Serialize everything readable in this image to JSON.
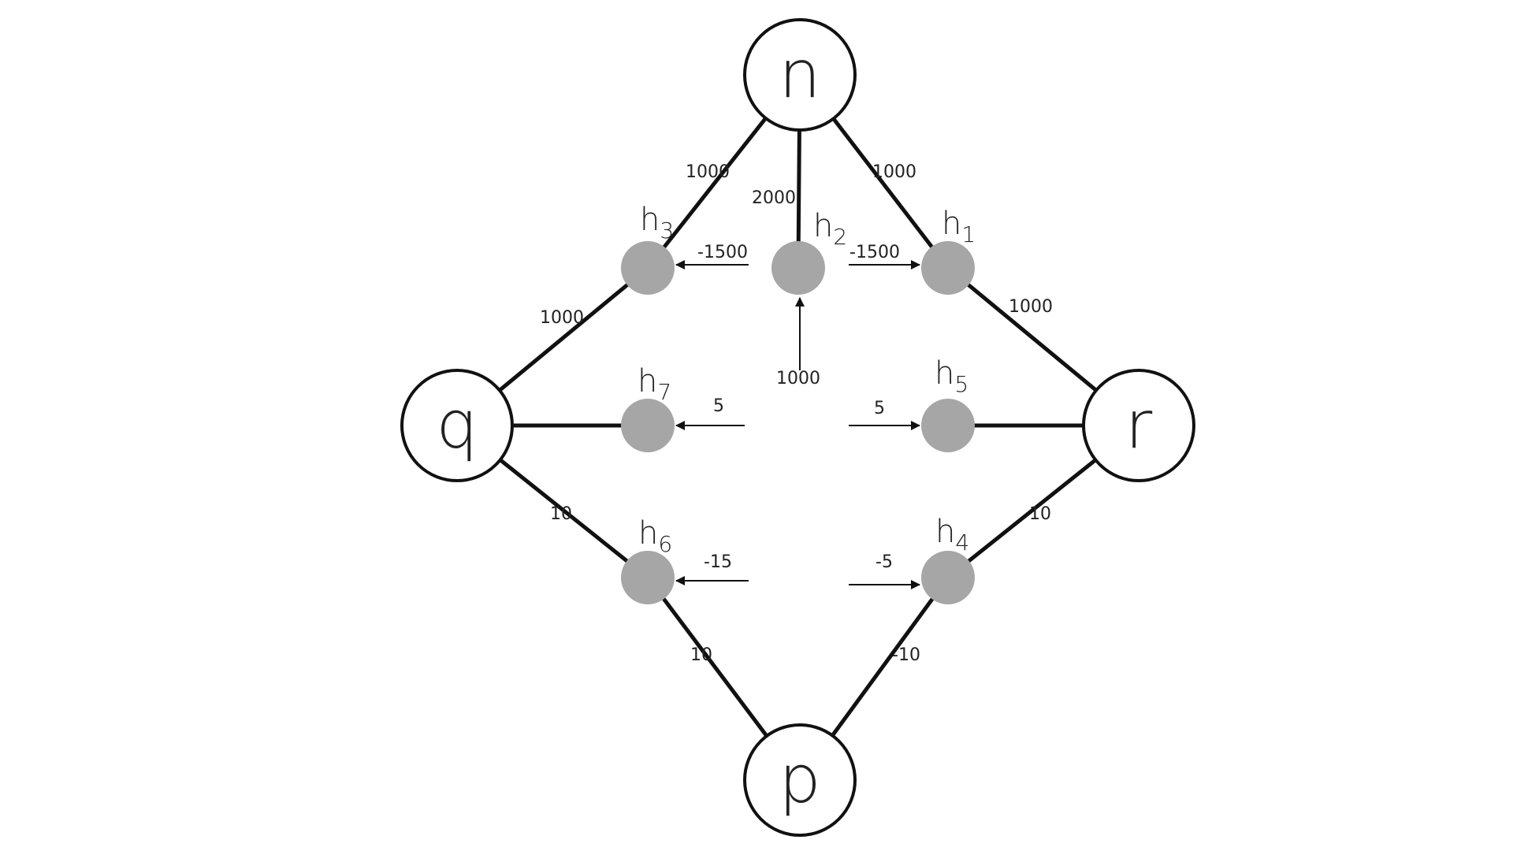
{
  "colors": {
    "line": "#111111",
    "hidden_node": "#a6a6a6",
    "outer_node_fill": "#ffffff",
    "text": "#222222"
  },
  "outer_nodes": [
    {
      "id": "n",
      "label": "n"
    },
    {
      "id": "q",
      "label": "q"
    },
    {
      "id": "r",
      "label": "r"
    },
    {
      "id": "p",
      "label": "p"
    }
  ],
  "hidden_nodes": [
    {
      "id": "h1",
      "base": "h",
      "sub": "1"
    },
    {
      "id": "h2",
      "base": "h",
      "sub": "2"
    },
    {
      "id": "h3",
      "base": "h",
      "sub": "3"
    },
    {
      "id": "h4",
      "base": "h",
      "sub": "4"
    },
    {
      "id": "h5",
      "base": "h",
      "sub": "5"
    },
    {
      "id": "h6",
      "base": "h",
      "sub": "6"
    },
    {
      "id": "h7",
      "base": "h",
      "sub": "7"
    }
  ],
  "edges": [
    {
      "id": "n-h3",
      "from": "n",
      "to": "h3",
      "weight": "1000"
    },
    {
      "id": "n-h1",
      "from": "n",
      "to": "h1",
      "weight": "1000"
    },
    {
      "id": "n-h2",
      "from": "n",
      "to": "h2",
      "weight": "2000"
    },
    {
      "id": "h3-q",
      "from": "h3",
      "to": "q",
      "weight": "1000"
    },
    {
      "id": "h1-r",
      "from": "h1",
      "to": "r",
      "weight": "1000"
    },
    {
      "id": "q-h7",
      "from": "q",
      "to": "h7",
      "weight": ""
    },
    {
      "id": "h5-r",
      "from": "h5",
      "to": "r",
      "weight": ""
    },
    {
      "id": "q-h6",
      "from": "q",
      "to": "h6",
      "weight": "10"
    },
    {
      "id": "h6-p",
      "from": "h6",
      "to": "p",
      "weight": "10"
    },
    {
      "id": "r-h4",
      "from": "r",
      "to": "h4",
      "weight": "10"
    },
    {
      "id": "h4-p",
      "from": "h4",
      "to": "p",
      "weight": "-10"
    }
  ],
  "biases": [
    {
      "id": "bias-h3",
      "target": "h3",
      "value": "-1500"
    },
    {
      "id": "bias-h1",
      "target": "h1",
      "value": "-1500"
    },
    {
      "id": "bias-h2",
      "target": "h2",
      "value": "1000"
    },
    {
      "id": "bias-h7",
      "target": "h7",
      "value": "5"
    },
    {
      "id": "bias-h5",
      "target": "h5",
      "value": "5"
    },
    {
      "id": "bias-h6",
      "target": "h6",
      "value": "-15"
    },
    {
      "id": "bias-h4",
      "target": "h4",
      "value": "-5"
    }
  ]
}
